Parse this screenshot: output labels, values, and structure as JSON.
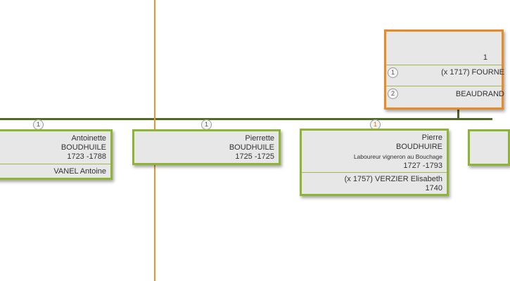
{
  "root": {
    "line1": "1",
    "spouse1": {
      "num": "1",
      "text": "(x 1717)  FOURNE"
    },
    "spouse2": {
      "num": "2",
      "text": "BEAUDRAND"
    }
  },
  "children": [
    {
      "num": "1",
      "first": "Antoinette",
      "last": "BOUDHUILE",
      "dates": "1723  -1788",
      "spouse": "VANEL  Antoine"
    },
    {
      "num": "1",
      "first": "Pierrette",
      "last": "BOUDHUILE",
      "dates": "1725  -1725"
    },
    {
      "num": "1",
      "first": "Pierre",
      "last": "BOUDHUIRE",
      "occupation": "Laboureur vigneron au Bouchage",
      "dates": "1727  -1793",
      "spouse": "(x 1757)  VERZIER  Elisabeth",
      "spouse_dates": "1740"
    }
  ],
  "colors": {
    "highlight": "#e88b26",
    "card_border": "#8fb336",
    "connector": "#4f6b25",
    "card_bg": "#e7e7e7"
  }
}
